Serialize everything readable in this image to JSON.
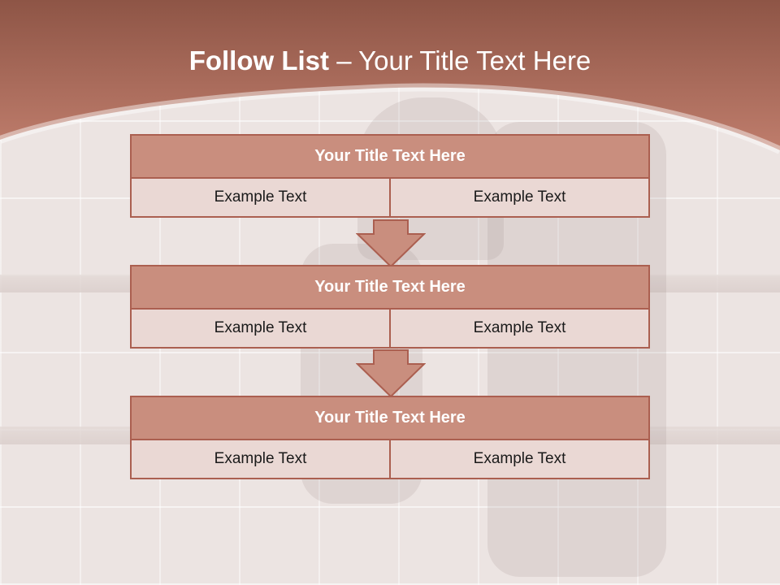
{
  "colors": {
    "header": "#b87262",
    "title_bar": "#c98e7e",
    "cell": "#ead8d4",
    "border": "#ab5f50"
  },
  "slide": {
    "title_strong": "Follow List",
    "title_rest": "– Your Title Text Here"
  },
  "blocks": [
    {
      "title": "Your Title Text Here",
      "left": "Example Text",
      "right": "Example Text"
    },
    {
      "title": "Your Title Text Here",
      "left": "Example Text",
      "right": "Example Text"
    },
    {
      "title": "Your Title Text Here",
      "left": "Example Text",
      "right": "Example Text"
    }
  ]
}
